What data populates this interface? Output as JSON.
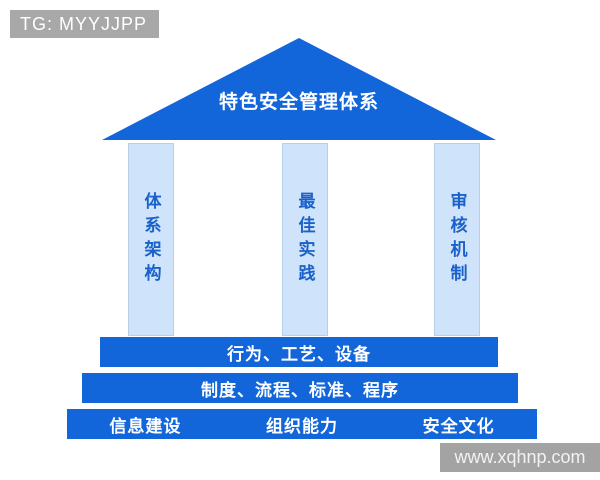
{
  "badge": {
    "text": "TG: MYYJJPP"
  },
  "watermark": {
    "text": "www.xqhnp.com"
  },
  "diagram": {
    "type": "temple-pillar-diagram",
    "roof": {
      "label": "特色安全管理体系"
    },
    "pillars": [
      {
        "label": "体系架构"
      },
      {
        "label": "最佳实践"
      },
      {
        "label": "审核机制"
      }
    ],
    "steps": [
      {
        "label": "行为、工艺、设备"
      },
      {
        "label": "制度、流程、标准、程序"
      },
      {
        "items": [
          "信息建设",
          "组织能力",
          "安全文化"
        ]
      }
    ],
    "colors": {
      "primary_blue": "#1266d9",
      "pillar_fill": "#cfe3fa",
      "pillar_border": "#b9cfe9",
      "pillar_text": "#1a61c9",
      "badge_gray": "#a8a8a8",
      "watermark_gray": "#a3a3a3"
    }
  }
}
